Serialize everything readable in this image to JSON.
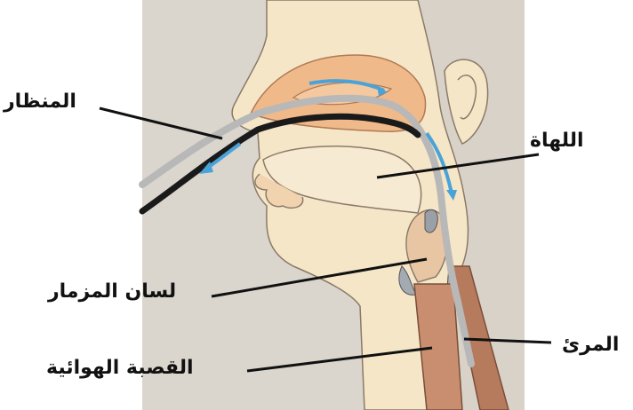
{
  "labels": {
    "endoscope": "المنظار",
    "uvula": "اللهاة",
    "epiglottis": "لسان المزمار",
    "esophagus": "المرئ",
    "trachea": "القصبة الهوائية"
  },
  "colors": {
    "background_panel": "#dad5cd",
    "skin": "#f5e6c8",
    "nasal": "#f0b98a",
    "esophagus_fill": "#c88e6f",
    "endoscope_black": "#1a1a1a",
    "endoscope_grey": "#b8b8b8",
    "flow_arrows": "#4aa3d8"
  }
}
